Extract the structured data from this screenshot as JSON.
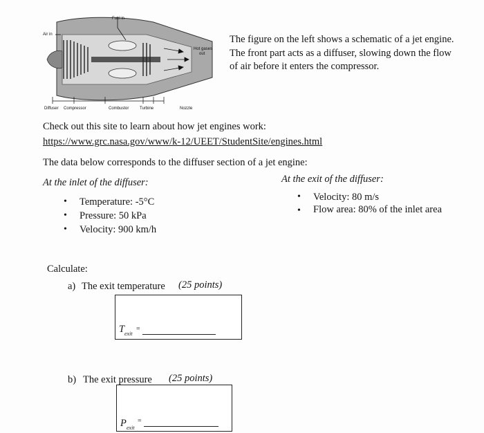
{
  "diagram": {
    "fuel_in": "Fuel in",
    "air_in": "Air in",
    "hot_gases": "Hot gases",
    "out": "out",
    "labels": {
      "diffuser": "Diffuser",
      "compressor": "Compressor",
      "combustor": "Combustor",
      "turbine": "Turbine",
      "nozzle": "Nozzle"
    }
  },
  "intro": {
    "line1": "The figure on the left shows a schematic of a jet engine.",
    "line2": "The front part acts as a diffuser, slowing down the flow",
    "line3": "of air before it enters the compressor."
  },
  "check_site": "Check out this site to learn about how jet engines work:",
  "link": "https://www.grc.nasa.gov/www/k-12/UEET/StudentSite/engines.html",
  "data_intro": "The data below corresponds to the diffuser section of a jet engine:",
  "inlet": {
    "heading": "At the inlet of the diffuser:",
    "items": [
      "Temperature: -5°C",
      "Pressure: 50 kPa",
      "Velocity: 900 km/h"
    ]
  },
  "exit": {
    "heading": "At the exit of the diffuser:",
    "items": [
      "Velocity: 80 m/s",
      "Flow area: 80% of the inlet area"
    ]
  },
  "calculate": "Calculate:",
  "part_a": {
    "label": "a)",
    "text": "The exit temperature",
    "points": "(25 points)",
    "var": "T",
    "sub": "exit",
    "eq": "="
  },
  "part_b": {
    "label": "b)",
    "text": "The exit pressure",
    "points": "(25 points)",
    "var": "P",
    "sub": "exit",
    "eq": "="
  },
  "bullet_symbol": "•"
}
